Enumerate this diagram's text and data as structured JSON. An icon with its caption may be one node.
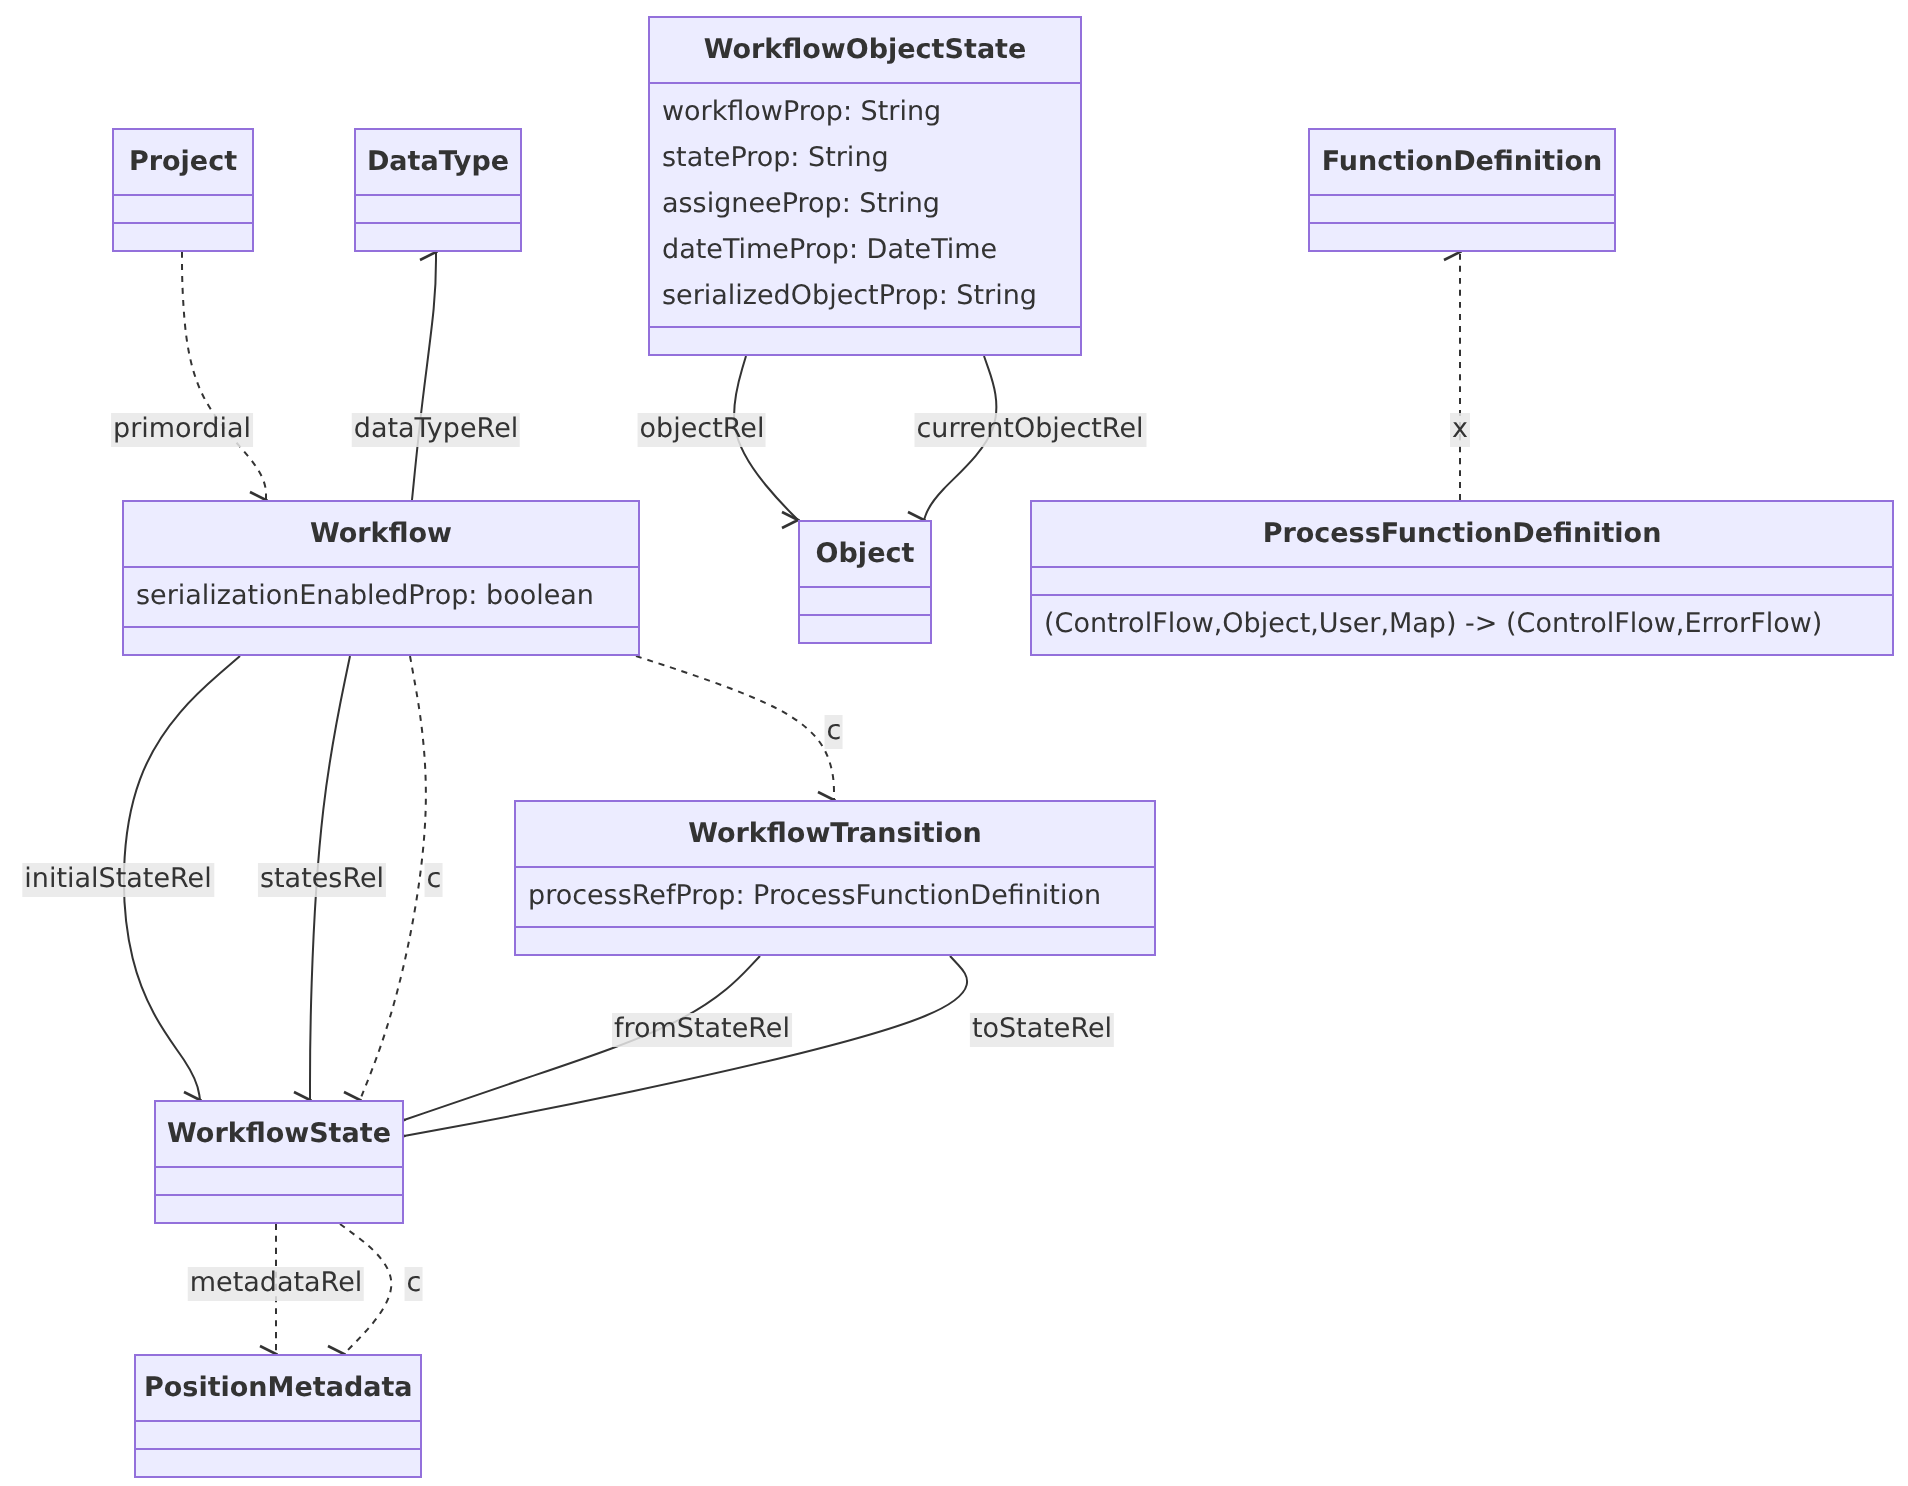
{
  "diagram": {
    "nodes": [
      {
        "text": [
          "Project"
        ]
      },
      {
        "text": [
          "DataType"
        ]
      },
      {
        "text": [
          "WorkflowObjectState",
          "workflowProp: String",
          "stateProp: String",
          "assigneeProp: String",
          "dateTimeProp: DateTime",
          "serializedObjectProp: String"
        ]
      },
      {
        "text": [
          "FunctionDefinition"
        ]
      },
      {
        "text": [
          "Workflow",
          "serializationEnabledProp: boolean"
        ]
      },
      {
        "text": [
          "Object"
        ]
      },
      {
        "text": [
          "ProcessFunctionDefinition",
          "(ControlFlow,Object,User,Map) -> (ControlFlow,ErrorFlow)"
        ]
      },
      {
        "text": [
          "WorkflowTransition",
          "processRefProp: ProcessFunctionDefinition"
        ]
      },
      {
        "text": [
          "WorkflowState"
        ]
      },
      {
        "text": [
          "PositionMetadata"
        ]
      }
    ],
    "edges": [
      {
        "from": 0,
        "to": 4,
        "arrow": "to",
        "label": "primordial",
        "style": "dashed"
      },
      {
        "from": 4,
        "to": 1,
        "arrow": "to",
        "label": "dataTypeRel"
      },
      {
        "from": 2,
        "to": 5,
        "arrow": "to",
        "label": "objectRel"
      },
      {
        "from": 2,
        "to": 5,
        "arrow": "to",
        "label": "currentObjectRel"
      },
      {
        "from": 6,
        "to": 3,
        "arrow": "to",
        "label": "x",
        "style": "dashed"
      },
      {
        "from": 4,
        "to": 7,
        "arrow": "to",
        "label": "c",
        "style": "dashed"
      },
      {
        "from": 4,
        "to": 8,
        "arrow": "to",
        "label": "initialStateRel"
      },
      {
        "from": 4,
        "to": 8,
        "arrow": "to",
        "label": "statesRel"
      },
      {
        "from": 4,
        "to": 8,
        "arrow": "to",
        "label": "c",
        "style": "dashed"
      },
      {
        "from": 7,
        "to": 8,
        "arrow": "to",
        "label": "fromStateRel"
      },
      {
        "from": 7,
        "to": 8,
        "arrow": "to",
        "label": "toStateRel"
      },
      {
        "from": 8,
        "to": 9,
        "arrow": "to",
        "label": "metadataRel",
        "style": "dashed"
      },
      {
        "from": 8,
        "to": 9,
        "arrow": "to",
        "label": "c",
        "style": "dashed"
      }
    ]
  }
}
